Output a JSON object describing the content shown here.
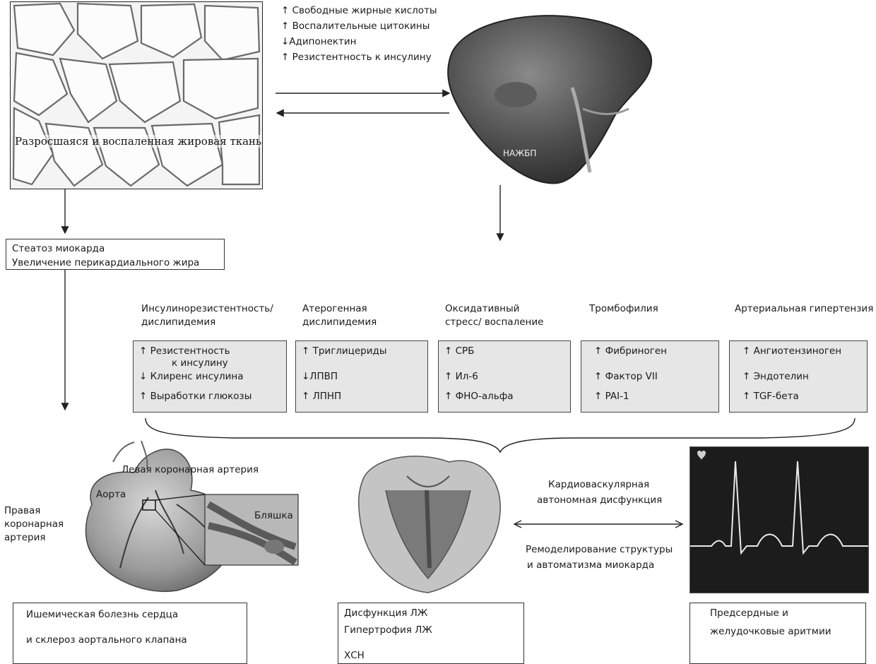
{
  "colors": {
    "line": "#222222",
    "box_fill": "#e6e6e6",
    "tissue": "#d8d8d8",
    "liver": "#4a4a4a",
    "heart": "#8a8a8a",
    "ecg_bg": "#1c1c1c",
    "ecg_trace": "#e8e8e8"
  },
  "adipose": {
    "label": "Разросшаяся и воспаленная жировая ткань"
  },
  "liver": {
    "effects": [
      "↑ Свободные жирные кислоты",
      "↑ Воспалительные цитокины",
      "↓Адипонектин",
      "↑ Резистентность к инсулину"
    ],
    "label": "НАЖБП"
  },
  "myocardium": {
    "line1": "Стеатоз миокарда",
    "line2": "Увеличение перикардиального жира"
  },
  "mechanisms": [
    {
      "title": "Инсулинорезистентность/\nдислипидемия",
      "items": [
        "↑ Резистентность",
        "к инсулину",
        "↓ Клиренс инсулина",
        "↑ Выработки глюкозы"
      ]
    },
    {
      "title": "Атерогенная\nдислипидемия",
      "items": [
        "↑ Триглицериды",
        "↓ЛПВП",
        "↑ ЛПНП"
      ]
    },
    {
      "title": "Оксидативный\nстресс/ воспаление",
      "items": [
        "↑ СРБ",
        "↑ Ил-6",
        "↑ ФНО-альфа"
      ]
    },
    {
      "title": "Тромбофилия",
      "items": [
        "↑ Фибриноген",
        "↑ Фактор VII",
        "↑ PAI-1"
      ]
    },
    {
      "title": "Артериальная гипертензия",
      "items": [
        "↑ Ангиотензиноген",
        "↑ Эндотелин",
        "↑ TGF-бета"
      ]
    }
  ],
  "heart_labels": {
    "left_coronary": "Левая коронарная артерия",
    "aorta": "Аорта",
    "right_coronary": "Правая\nкоронарная\nартерия",
    "plaque": "Бляшка"
  },
  "center_text": {
    "line1": "Кардиоваскулярная",
    "line2": "автономная дисфункция",
    "line3": "Ремоделирование структуры",
    "line4": "и автоматизма миокарда"
  },
  "outcomes": [
    {
      "lines": [
        "Ишемическая болезнь сердца",
        "и склероз аортального клапана"
      ]
    },
    {
      "lines": [
        "Дисфункция ЛЖ",
        "Гипертрофия ЛЖ",
        "ХСН"
      ]
    },
    {
      "lines": [
        "Предсердные и",
        "желудочковые аритмии"
      ]
    }
  ]
}
